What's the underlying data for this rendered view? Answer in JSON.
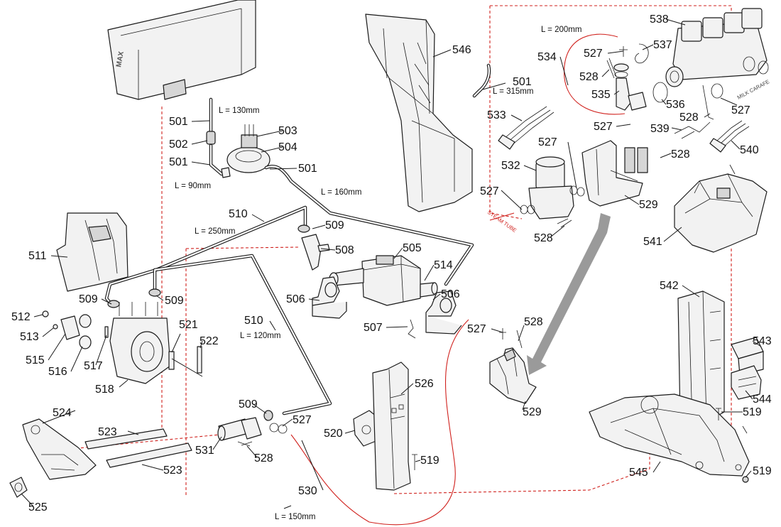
{
  "callouts": {
    "p501a": "501",
    "p501b": "501",
    "p501c": "501",
    "p501d": "501",
    "p502": "502",
    "p503": "503",
    "p504": "504",
    "p505": "505",
    "p506a": "506",
    "p506b": "506",
    "p507": "507",
    "p508": "508",
    "p509a": "509",
    "p509b": "509",
    "p509c": "509",
    "p509d": "509",
    "p510a": "510",
    "p510b": "510",
    "p511": "511",
    "p512": "512",
    "p513": "513",
    "p514": "514",
    "p515": "515",
    "p516": "516",
    "p517": "517",
    "p518": "518",
    "p519a": "519",
    "p519b": "519",
    "p519c": "519",
    "p520": "520",
    "p521": "521",
    "p522": "522",
    "p523a": "523",
    "p523b": "523",
    "p524": "524",
    "p525": "525",
    "p526": "526",
    "p527a": "527",
    "p527b": "527",
    "p527c": "527",
    "p527d": "527",
    "p527e": "527",
    "p527f": "527",
    "p527g": "527",
    "p528a": "528",
    "p528b": "528",
    "p528c": "528",
    "p528d": "528",
    "p528e": "528",
    "p528f": "528",
    "p529a": "529",
    "p529b": "529",
    "p530": "530",
    "p531": "531",
    "p532": "532",
    "p533": "533",
    "p534": "534",
    "p535": "535",
    "p536": "536",
    "p537": "537",
    "p538": "538",
    "p539": "539",
    "p540": "540",
    "p541": "541",
    "p542": "542",
    "p543": "543",
    "p544": "544",
    "p545": "545",
    "p546": "546"
  },
  "lengths": {
    "l130": "L = 130mm",
    "l90": "L = 90mm",
    "l160": "L = 160mm",
    "l250": "L = 250mm",
    "l120": "L = 120mm",
    "l150": "L = 150mm",
    "l200": "L = 200mm",
    "l315": "L = 315mm"
  },
  "labels": {
    "steam_tube": "STEAM TUBE",
    "milk_carafe": "MILK CARAFE",
    "tank_brand": "MAX"
  },
  "colors": {
    "outline": "#1a1a1a",
    "routing_red": "#d0211d",
    "arrow_gray": "#9a9a9a"
  }
}
